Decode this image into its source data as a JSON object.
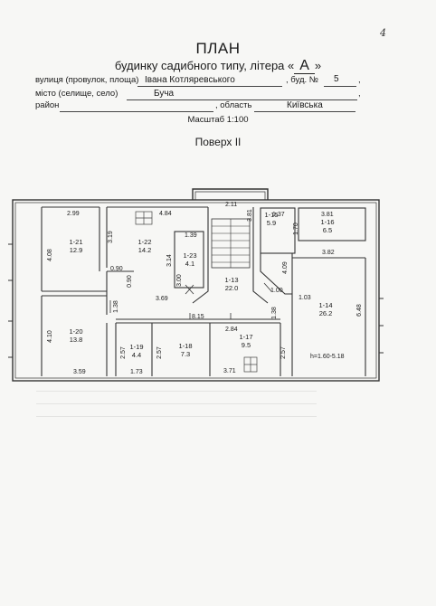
{
  "handnote": "4",
  "title": "ПЛАН",
  "subtitle": {
    "before": "будинку садибного типу, літера «",
    "litera": "А",
    "after": "»"
  },
  "form": {
    "street_label": "вулиця (провулок, площа)",
    "street_value": "Івана Котляревського",
    "building_label": ", буд. №",
    "building_value": "5",
    "city_label": "місто (селище, село)",
    "city_value": "Буча",
    "district_label": "район",
    "region_label": ", область",
    "region_value": "Київська"
  },
  "scale": "Масштаб 1:100",
  "floor": "Поверх II",
  "plan": {
    "rooms": [
      {
        "id": "1-21",
        "area": "12.9"
      },
      {
        "id": "1-22",
        "area": "14.2"
      },
      {
        "id": "1-23",
        "area": "4.1"
      },
      {
        "id": "1-13",
        "area": "22.0"
      },
      {
        "id": "1-15",
        "area": "5.9"
      },
      {
        "id": "1-16",
        "area": "6.5"
      },
      {
        "id": "1-14",
        "area": "26.2"
      },
      {
        "id": "1-20",
        "area": "13.8"
      },
      {
        "id": "1-19",
        "area": "4.4"
      },
      {
        "id": "1-18",
        "area": "7.3"
      },
      {
        "id": "1-17",
        "area": "9.5"
      }
    ],
    "dims": {
      "d2_99": "2.99",
      "d4_84": "4.84",
      "d2_11": "2.11",
      "d3_81v": "3.81",
      "d1_37": "1.37",
      "d3_81": "3.81",
      "d4_08": "4.08",
      "d3_19": "3.19",
      "d1_39": "1.39",
      "d1_70": "1.70",
      "d3_82": "3.82",
      "d3_14": "3.14",
      "d0_90a": "0.90",
      "d0_90b": "0.90",
      "d3_00": "3.00",
      "d4_09": "4.09",
      "d3_69": "3.69",
      "d1_00": "1.00",
      "d1_03": "1.03",
      "d1_38a": "1.38",
      "d1_38b": "1.38",
      "d8_15": "8.15",
      "d6_48": "6.48",
      "d2_84": "2.84",
      "d4_10": "4.10",
      "d2_57a": "2.57",
      "d2_57b": "2.57",
      "d2_57c": "2.57",
      "d3_59": "3.59",
      "d1_73": "1.73",
      "d3_71": "3.71",
      "height": "h=1.60-5.18"
    }
  }
}
